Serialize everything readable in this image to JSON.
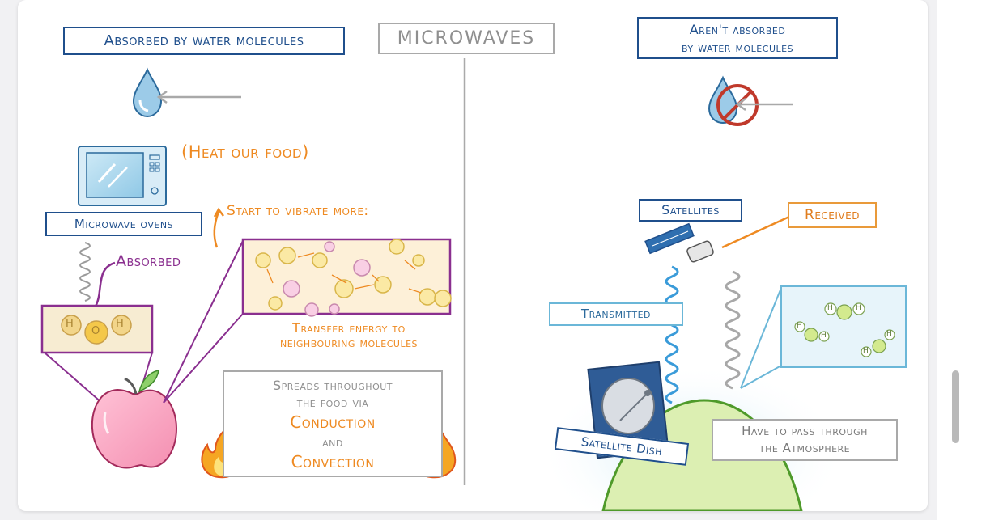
{
  "title": "MICROWAVES",
  "left": {
    "header": "Absorbed by water molecules",
    "heat_note": "(Heat our food)",
    "oven_label": "Microwave ovens",
    "vibrate_note": "Start to vibrate more:",
    "absorbed_label": "Absorbed",
    "transfer_note_line1": "Transfer energy to",
    "transfer_note_line2": "neighbouring molecules",
    "molecule_atoms": [
      "H",
      "O",
      "H"
    ],
    "spreads": {
      "line1": "Spreads throughout",
      "line2": "the food via",
      "term1": "Conduction",
      "joiner": "and",
      "term2": "Convection"
    }
  },
  "right": {
    "header_line1": "Aren't absorbed",
    "header_line2": "by water molecules",
    "satellites_label": "Satellites",
    "received_label": "Received",
    "transmitted_label": "Transmitted",
    "dish_label": "Satellite Dish",
    "atmosphere_line1": "Have to pass through",
    "atmosphere_line2": "the Atmosphere",
    "molecule_atom_label": "H"
  },
  "colors": {
    "navy": "#1f4f8c",
    "orange": "#ee8a22",
    "purple": "#8a2f8f",
    "grey": "#a9a9a9",
    "wave_blue": "#3a9bd9",
    "light_blue": "#6bb7d8"
  }
}
